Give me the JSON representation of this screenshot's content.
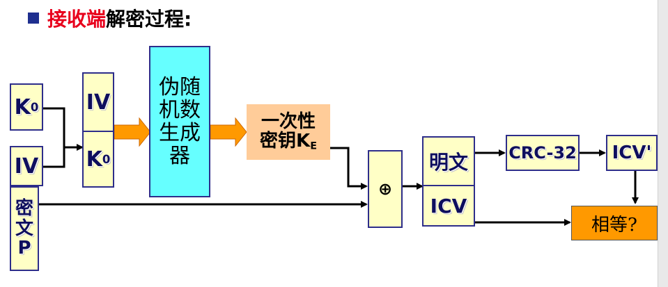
{
  "title": {
    "red": "接收端",
    "black": "解密过程:"
  },
  "diagram": {
    "k0_left": {
      "main": "K",
      "sub": "0"
    },
    "iv_left": "IV",
    "iv_mid": "IV",
    "k0_mid": {
      "main": "K",
      "sub": "0"
    },
    "prng": [
      "伪随",
      "机数",
      "生成",
      "器"
    ],
    "keystream": {
      "line1": "一次性",
      "line2": "密钥K",
      "sub": "E"
    },
    "cipher": [
      "密",
      "文",
      "P"
    ],
    "xor": "⊕",
    "plaintext": "明文",
    "icv": "ICV",
    "crc": "CRC-32",
    "icv_prime": "ICV'",
    "compare": "相等?"
  }
}
